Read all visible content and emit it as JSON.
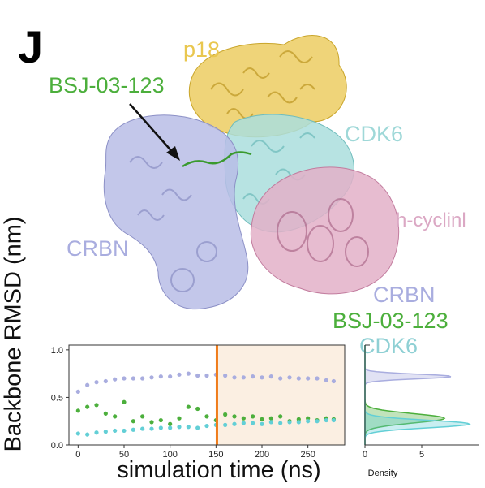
{
  "panel_letter": "J",
  "structure": {
    "labels": [
      {
        "key": "p18",
        "text": "p18",
        "color": "#e9c74f"
      },
      {
        "key": "bsj",
        "text": "BSJ-03-123",
        "color": "#4caf3c"
      },
      {
        "key": "cdk6",
        "text": "CDK6",
        "color": "#9fd8d8"
      },
      {
        "key": "cyclin",
        "text": "h-cyclinl",
        "color": "#dba8c4"
      },
      {
        "key": "crbn",
        "text": "CRBN",
        "color": "#a9addf"
      }
    ]
  },
  "colors": {
    "crbn": "#a9addf",
    "bsj": "#4caf3c",
    "cdk6": "#63cfd6",
    "highlight": "#fbefe2",
    "marker": "#f07c1a"
  },
  "chart_data": {
    "type": "scatter",
    "ylabel": "Backbone RMSD (nm)",
    "xlabel": "simulation time (ns)",
    "xlim": [
      -10,
      290
    ],
    "ylim": [
      0,
      1.05
    ],
    "xticks": [
      0,
      50,
      100,
      150,
      200,
      250
    ],
    "yticks": [
      0.0,
      0.5,
      1.0
    ],
    "ytick_labels": [
      "0.0",
      "0.5",
      "1.0"
    ],
    "vertical_marker_x": 151,
    "shaded_region": [
      151,
      290
    ],
    "series": [
      {
        "name": "CRBN",
        "color_key": "crbn",
        "x": [
          0,
          10,
          20,
          30,
          40,
          50,
          60,
          70,
          80,
          90,
          100,
          110,
          120,
          130,
          140,
          150,
          160,
          170,
          180,
          190,
          200,
          210,
          220,
          230,
          240,
          250,
          260,
          270,
          278
        ],
        "y": [
          0.56,
          0.63,
          0.66,
          0.67,
          0.69,
          0.7,
          0.7,
          0.7,
          0.71,
          0.72,
          0.72,
          0.74,
          0.75,
          0.73,
          0.73,
          0.74,
          0.73,
          0.71,
          0.71,
          0.72,
          0.71,
          0.72,
          0.7,
          0.71,
          0.7,
          0.7,
          0.7,
          0.68,
          0.67
        ]
      },
      {
        "name": "BSJ-03-123",
        "color_key": "bsj",
        "x": [
          0,
          10,
          20,
          30,
          40,
          50,
          60,
          70,
          80,
          90,
          100,
          110,
          120,
          130,
          140,
          150,
          160,
          170,
          180,
          190,
          200,
          210,
          220,
          230,
          240,
          250,
          260,
          270,
          278
        ],
        "y": [
          0.36,
          0.4,
          0.42,
          0.33,
          0.3,
          0.45,
          0.25,
          0.3,
          0.24,
          0.26,
          0.22,
          0.28,
          0.4,
          0.38,
          0.3,
          0.26,
          0.32,
          0.3,
          0.28,
          0.3,
          0.27,
          0.28,
          0.3,
          0.25,
          0.27,
          0.28,
          0.26,
          0.28,
          0.27
        ]
      },
      {
        "name": "CDK6",
        "color_key": "cdk6",
        "x": [
          0,
          10,
          20,
          30,
          40,
          50,
          60,
          70,
          80,
          90,
          100,
          110,
          120,
          130,
          140,
          150,
          160,
          170,
          180,
          190,
          200,
          210,
          220,
          230,
          240,
          250,
          260,
          270,
          278
        ],
        "y": [
          0.12,
          0.11,
          0.13,
          0.14,
          0.15,
          0.15,
          0.16,
          0.17,
          0.17,
          0.18,
          0.18,
          0.19,
          0.19,
          0.18,
          0.2,
          0.21,
          0.21,
          0.22,
          0.23,
          0.23,
          0.22,
          0.24,
          0.23,
          0.24,
          0.24,
          0.25,
          0.25,
          0.26,
          0.26
        ]
      }
    ],
    "density": {
      "xlabel": "Density",
      "xticks": [
        0,
        5
      ],
      "xlim": [
        0,
        10
      ],
      "series": [
        {
          "name": "CRBN",
          "color_key": "crbn",
          "mean": 0.72,
          "sd": 0.025,
          "peak": 7.6
        },
        {
          "name": "BSJ-03-123",
          "color_key": "bsj",
          "mean": 0.28,
          "sd": 0.05,
          "peak": 7.0
        },
        {
          "name": "CDK6",
          "color_key": "cdk6",
          "mean": 0.22,
          "sd": 0.04,
          "peak": 9.2
        }
      ]
    }
  }
}
